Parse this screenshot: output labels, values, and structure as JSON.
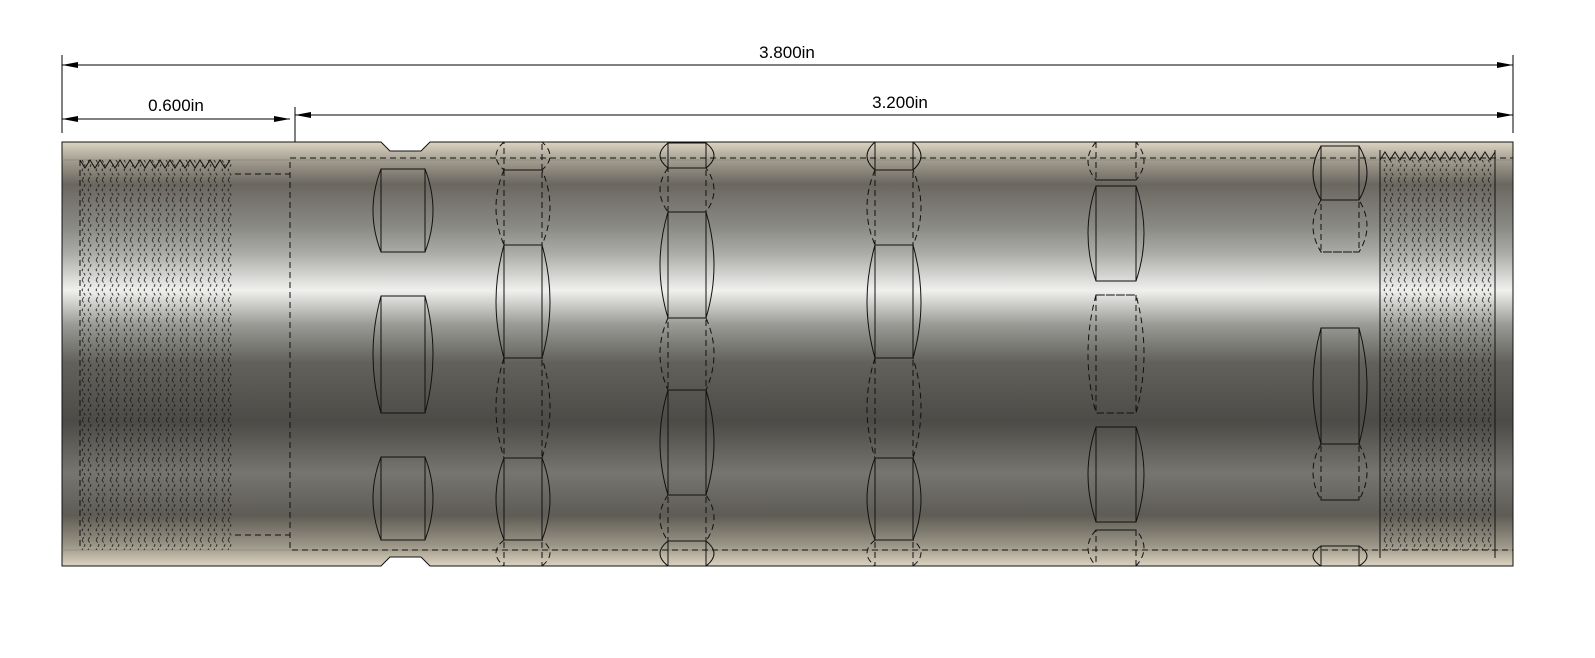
{
  "drawing": {
    "dimensions": {
      "overall_length": "3.800in",
      "thread_length": "0.600in",
      "body_length": "3.200in"
    },
    "colors": {
      "tan": "#d9d1c0",
      "dark": "#4d4c48",
      "highlight": "#f2f2f0",
      "slot_light": "#8e8f8a",
      "slot_dark": "#4e4d4a"
    }
  }
}
